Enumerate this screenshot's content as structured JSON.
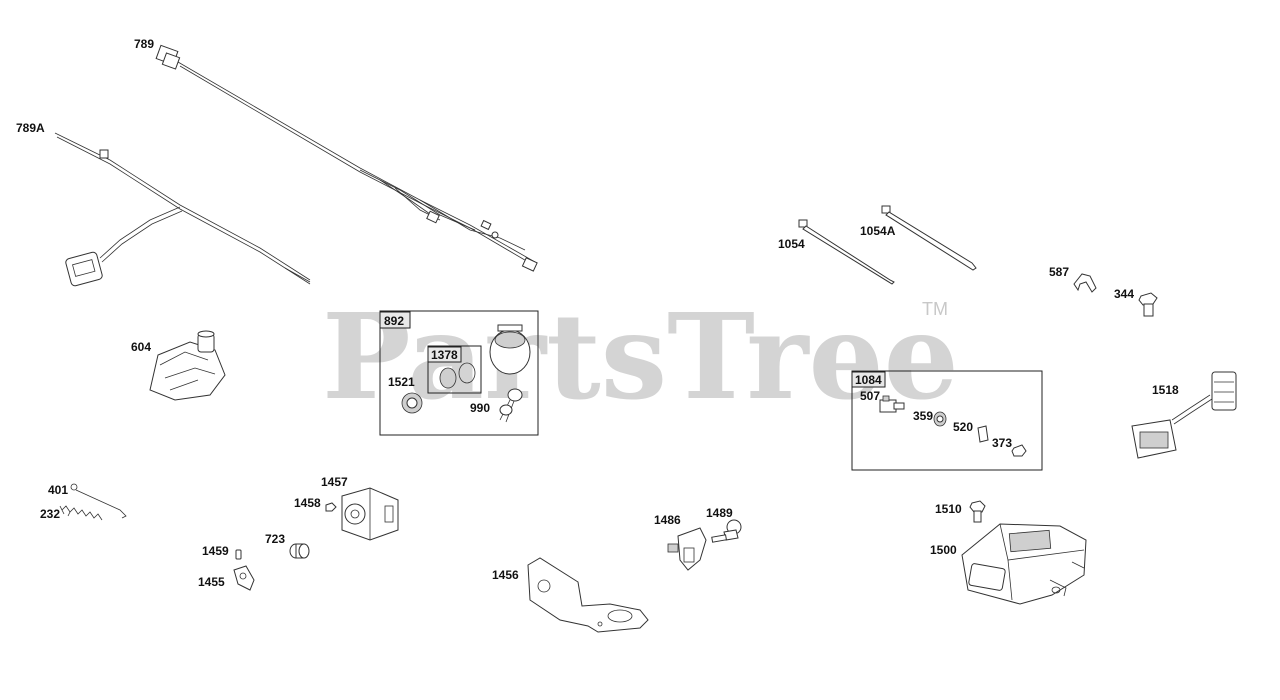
{
  "watermark": {
    "text": "PartsTree",
    "trademark": "TM"
  },
  "parts": {
    "p789": "789",
    "p789A": "789A",
    "p604": "604",
    "p892": "892",
    "p1378": "1378",
    "p1521": "1521",
    "p990": "990",
    "p1054": "1054",
    "p1054A": "1054A",
    "p587": "587",
    "p344": "344",
    "p1084": "1084",
    "p507": "507",
    "p359": "359",
    "p520": "520",
    "p373": "373",
    "p1518": "1518",
    "p401": "401",
    "p232": "232",
    "p1457": "1457",
    "p1458": "1458",
    "p723": "723",
    "p1459": "1459",
    "p1455": "1455",
    "p1456": "1456",
    "p1486": "1486",
    "p1489": "1489",
    "p1510": "1510",
    "p1500": "1500"
  }
}
